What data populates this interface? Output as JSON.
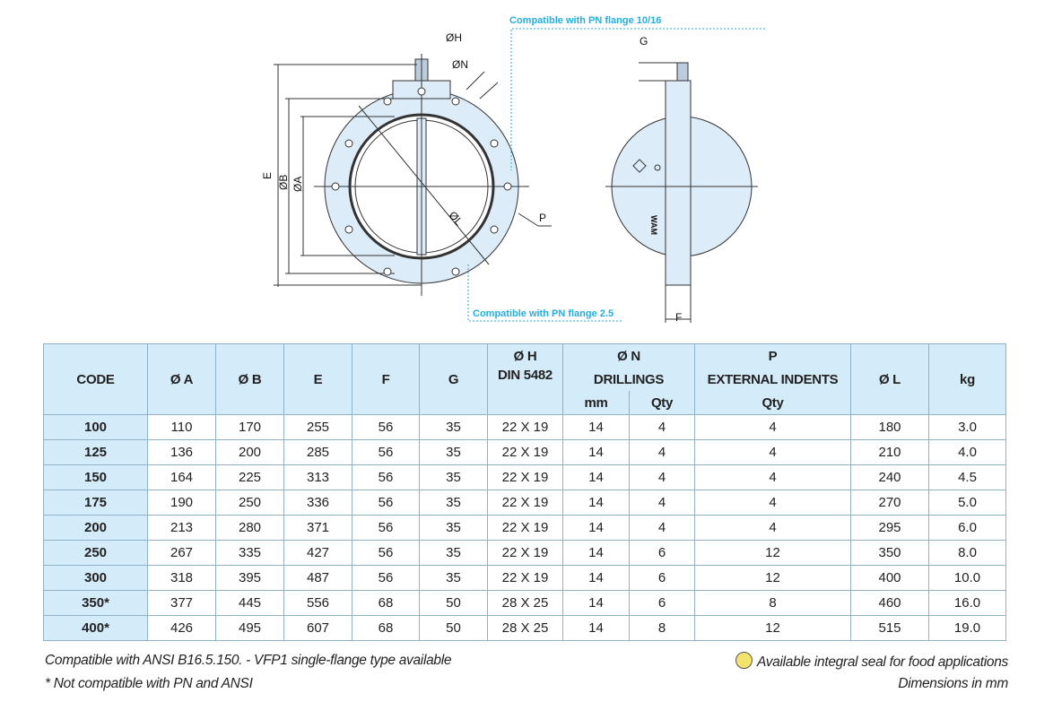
{
  "drawing": {
    "label_pn1016": "Compatible with PN flange  10/16",
    "label_pn25": "Compatible with PN flange 2.5",
    "oh": "ØH",
    "on": "ØN",
    "e": "E",
    "ob": "ØB",
    "oa": "ØA",
    "ol": "ØL",
    "p": "P",
    "g": "G",
    "f": "F",
    "brand": "WAM"
  },
  "table": {
    "headers": {
      "code": "CODE",
      "a": "Ø A",
      "b": "Ø B",
      "e": "E",
      "f": "F",
      "g": "G",
      "h1": "Ø H",
      "h2": "DIN 5482",
      "n1": "Ø N",
      "n2": "DRILLINGS",
      "n_mm": "mm",
      "n_qty": "Qty",
      "p1": "P",
      "p2": "EXTERNAL INDENTS",
      "p_qty": "Qty",
      "l": "Ø L",
      "kg": "kg"
    },
    "rows": [
      [
        "100",
        "110",
        "170",
        "255",
        "56",
        "35",
        "22 X 19",
        "14",
        "4",
        "4",
        "180",
        "3.0"
      ],
      [
        "125",
        "136",
        "200",
        "285",
        "56",
        "35",
        "22 X 19",
        "14",
        "4",
        "4",
        "210",
        "4.0"
      ],
      [
        "150",
        "164",
        "225",
        "313",
        "56",
        "35",
        "22 X 19",
        "14",
        "4",
        "4",
        "240",
        "4.5"
      ],
      [
        "175",
        "190",
        "250",
        "336",
        "56",
        "35",
        "22 X 19",
        "14",
        "4",
        "4",
        "270",
        "5.0"
      ],
      [
        "200",
        "213",
        "280",
        "371",
        "56",
        "35",
        "22 X 19",
        "14",
        "4",
        "4",
        "295",
        "6.0"
      ],
      [
        "250",
        "267",
        "335",
        "427",
        "56",
        "35",
        "22 X 19",
        "14",
        "6",
        "12",
        "350",
        "8.0"
      ],
      [
        "300",
        "318",
        "395",
        "487",
        "56",
        "35",
        "22 X 19",
        "14",
        "6",
        "12",
        "400",
        "10.0"
      ],
      [
        "350*",
        "377",
        "445",
        "556",
        "68",
        "50",
        "28 X 25",
        "14",
        "6",
        "8",
        "460",
        "16.0"
      ],
      [
        "400*",
        "426",
        "495",
        "607",
        "68",
        "50",
        "28 X 25",
        "14",
        "8",
        "12",
        "515",
        "19.0"
      ]
    ]
  },
  "notes": {
    "ansi": "Compatible with ANSI B16.5.150.  -  VFP1 single-flange type available",
    "not_compat": "* Not compatible with PN and ANSI",
    "food": "Available integral seal for food applications",
    "units": "Dimensions in mm"
  }
}
